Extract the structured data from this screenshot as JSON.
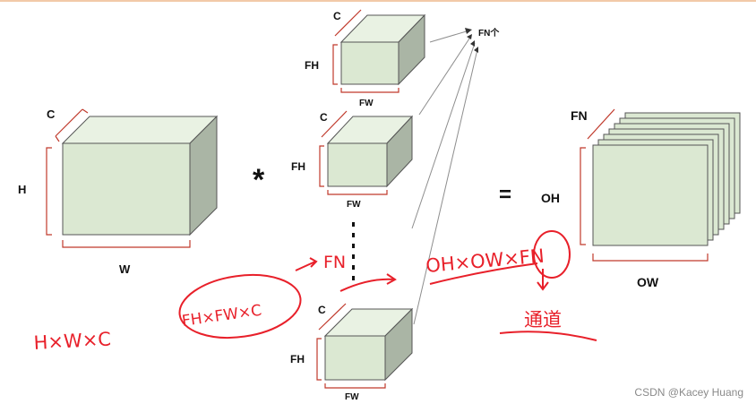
{
  "input": {
    "c": "C",
    "h": "H",
    "w": "W"
  },
  "filters": {
    "c": "C",
    "fh": "FH",
    "fw": "FW",
    "top": {
      "c": "C",
      "fh": "FH",
      "fw": "FW"
    },
    "mid": {
      "c": "C",
      "fh": "FH",
      "fw": "FW"
    },
    "bot": {
      "c": "C",
      "fh": "FH",
      "fw": "FW"
    },
    "count_label": "FN个"
  },
  "operators": {
    "conv": "*",
    "equals": "="
  },
  "output": {
    "fn": "FN",
    "oh": "OH",
    "ow": "OW"
  },
  "annotations": {
    "input_size": "H×W×C",
    "filter_size": "FH×FW×C",
    "filter_count": "FN",
    "output_size": "OH×OW×FN",
    "channel_note": "通道"
  },
  "watermark": "CSDN @Kacey Huang",
  "colors": {
    "face_front": "#dbe8d2",
    "face_top": "#e9f2e3",
    "face_side": "#aab5a5",
    "edge": "#555555",
    "brace": "#c0392b",
    "ink": "#e8202a",
    "pointer": "#8e8e8e"
  }
}
